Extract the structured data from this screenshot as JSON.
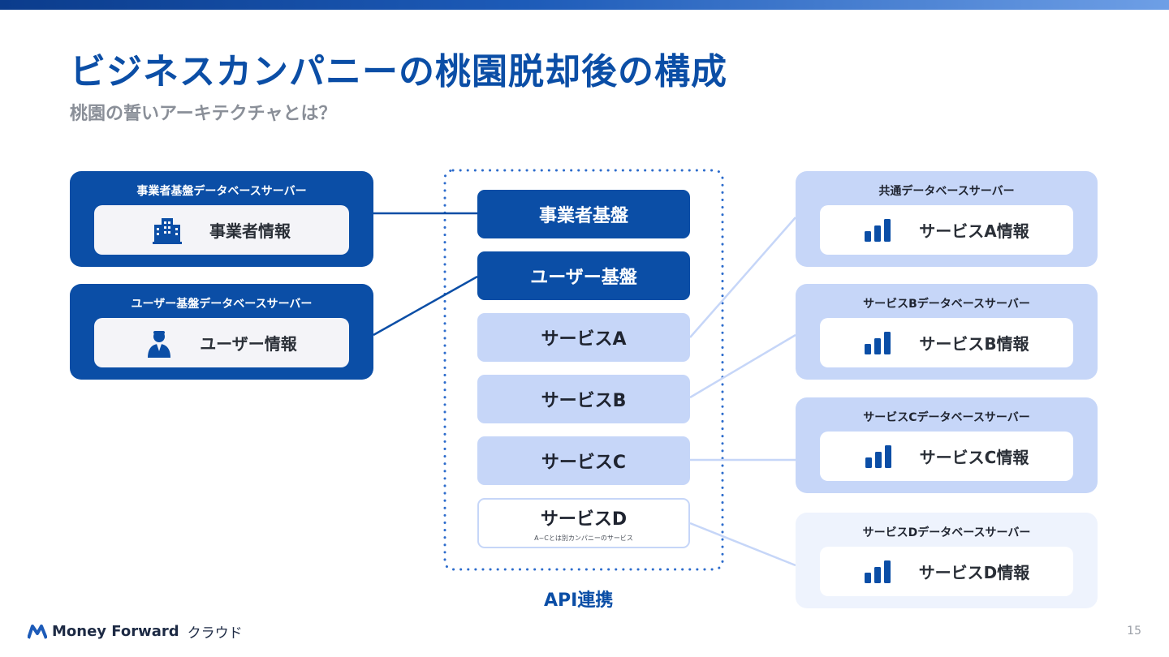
{
  "title": "ビジネスカンパニーの桃園脱却後の構成",
  "subtitle": "桃園の誓いアーキテクチャとは？",
  "left_servers": [
    {
      "title": "事業者基盤データベースサーバー",
      "item": "事業者情報",
      "icon": "building-icon"
    },
    {
      "title": "ユーザー基盤データベースサーバー",
      "item": "ユーザー情報",
      "icon": "user-icon"
    }
  ],
  "services": [
    {
      "label": "事業者基盤"
    },
    {
      "label": "ユーザー基盤"
    },
    {
      "label": "サービスA"
    },
    {
      "label": "サービスB"
    },
    {
      "label": "サービスC"
    },
    {
      "label": "サービスD",
      "note": "A~Cとは別カンパニーのサービス"
    }
  ],
  "api_label": "API連携",
  "right_servers": [
    {
      "title": "共通データベースサーバー",
      "item": "サービスA情報",
      "icon": "bar-chart-icon"
    },
    {
      "title": "サービスBデータベースサーバー",
      "item": "サービスB情報",
      "icon": "bar-chart-icon"
    },
    {
      "title": "サービスCデータベースサーバー",
      "item": "サービスC情報",
      "icon": "bar-chart-icon"
    },
    {
      "title": "サービスDデータベースサーバー",
      "item": "サービスD情報",
      "icon": "bar-chart-icon"
    }
  ],
  "footer": {
    "logo_text": "Money Forward",
    "logo_suffix": "クラウド",
    "page_number": "15"
  },
  "colors": {
    "primary": "#0b4ea6",
    "light_blue": "#c6d6f8",
    "pale_blue": "#eef3fd"
  }
}
